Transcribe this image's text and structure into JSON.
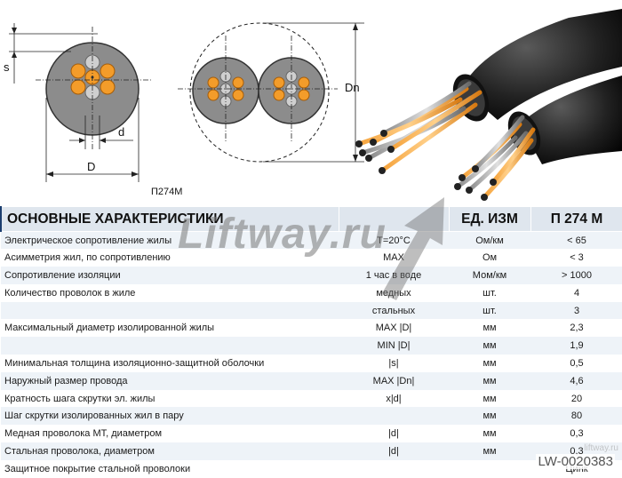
{
  "diagram": {
    "label_s": "s",
    "label_d": "d",
    "label_D": "D",
    "label_Dn": "Dn",
    "caption": "П274М"
  },
  "watermark": {
    "text": "Liftway.ru",
    "code": "LW-0020383",
    "faint_site": "liftway.ru"
  },
  "table": {
    "headers": [
      "ОСНОВНЫЕ ХАРАКТЕРИСТИКИ",
      "",
      "ЕД. ИЗМ",
      "П 274 М"
    ],
    "rows": [
      {
        "name": "Электрическое сопротивление жилы",
        "cond": "T=20°C",
        "unit": "Ом/км",
        "val": "<  65"
      },
      {
        "name": "Асимметрия жил, по сопротивлению",
        "cond": "MAX",
        "unit": "Ом",
        "val": "< 3"
      },
      {
        "name": "Сопротивление изоляции",
        "cond": "1 час в воде",
        "unit": "Мом/км",
        "val": "> 1000"
      },
      {
        "name": "Количество проволок в жиле",
        "cond": "медных",
        "unit": "шт.",
        "val": "4"
      },
      {
        "name": "",
        "cond": "стальных",
        "unit": "шт.",
        "val": "3"
      },
      {
        "name": "Максимальный диаметр изолированной жилы",
        "cond": "MAX |D|",
        "unit": "мм",
        "val": "2,3"
      },
      {
        "name": "",
        "cond": "MIN |D|",
        "unit": "мм",
        "val": "1,9"
      },
      {
        "name": "Минимальная толщина изоляционно-защитной оболочки",
        "cond": "|s|",
        "unit": "мм",
        "val": "0,5"
      },
      {
        "name": "Наружный размер провода",
        "cond": "MAX |Dn|",
        "unit": "мм",
        "val": "4,6"
      },
      {
        "name": "Кратность шага скрутки эл. жилы",
        "cond": "x|d|",
        "unit": "мм",
        "val": "20"
      },
      {
        "name": "Шаг скрутки изолированных жил в пару",
        "cond": "",
        "unit": "мм",
        "val": "80"
      },
      {
        "name": "Медная проволока МТ, диаметром",
        "cond": "|d|",
        "unit": "мм",
        "val": "0,3"
      },
      {
        "name": "Стальная проволока, диаметром",
        "cond": "|d|",
        "unit": "мм",
        "val": "0,3"
      },
      {
        "name": "Защитное покрытие стальной проволоки",
        "cond": "",
        "unit": "",
        "val": "Цинк"
      }
    ]
  }
}
